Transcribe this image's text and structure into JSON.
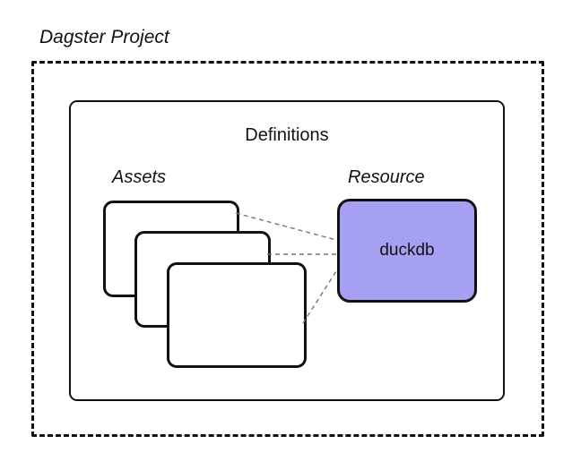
{
  "diagram": {
    "project_label": "Dagster Project",
    "definitions_label": "Definitions",
    "assets_label": "Assets",
    "resource_label": "Resource",
    "resource_name": "duckdb",
    "asset_card_count": 3,
    "colors": {
      "resource_fill": "#A6A0F2",
      "box_border": "#111111",
      "connector": "#777777",
      "background": "#FFFFFF"
    }
  }
}
